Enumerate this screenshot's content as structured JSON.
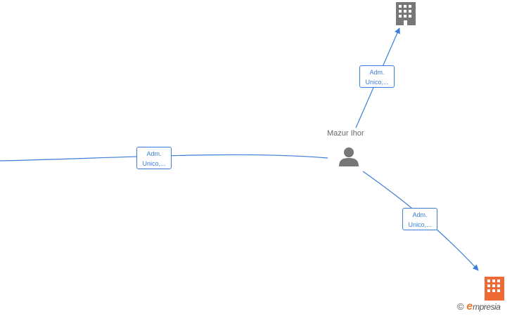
{
  "person": {
    "name": "Mazur Ihor",
    "icon": "person-icon"
  },
  "companies": [
    {
      "icon": "building-icon",
      "color": "#777777"
    },
    {
      "icon": "building-icon",
      "color": "#f06a35"
    }
  ],
  "edges": [
    {
      "line1": "Adm.",
      "line2": "Unico,..."
    },
    {
      "line1": "Adm.",
      "line2": "Unico,..."
    },
    {
      "line1": "Adm.",
      "line2": "Unico,..."
    }
  ],
  "colors": {
    "edge": "#3b7dd8",
    "person": "#777777",
    "label": "#666666"
  },
  "watermark": {
    "copyright": "©",
    "brand_initial": "e",
    "brand_rest": "mpresia"
  }
}
